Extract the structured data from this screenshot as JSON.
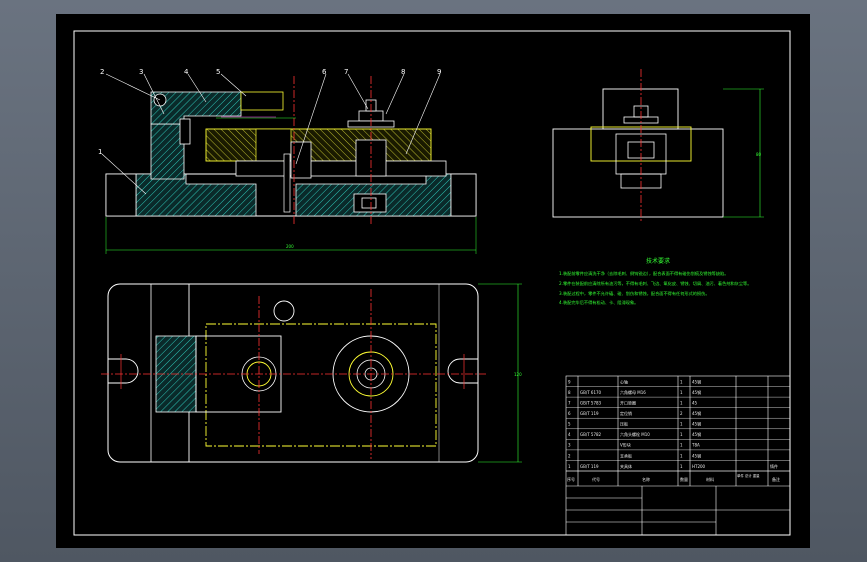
{
  "drawing": {
    "background": "#000000",
    "frame_color": "#ffffff",
    "hatch_color": "#2ec4b6",
    "yellow": "#ffff33",
    "red": "#ff3333",
    "green": "#33ff33",
    "magenta": "#ff44ff"
  },
  "balloons": [
    "2",
    "3",
    "4",
    "5",
    "1",
    "6",
    "7",
    "8",
    "9"
  ],
  "dimensions": {
    "front_width": "200",
    "side_height": "80",
    "plan_height": "120"
  },
  "technical_requirements": {
    "title": "技术要求",
    "lines": [
      "1.装配前零件应清洗干净（去除毛刺、倒钝锐边），配合表面不得有碰伤划痕及锈蚀等缺陷。",
      "2.零件在装配前应清除所有油污等，不得有毛刺、飞边、氧化皮、锈蚀、切屑、油污、着色剂和灰尘等。",
      "3.装配过程中，零件不允许磕、碰、划伤和锈蚀，配合面不得有任何形式的损伤。",
      "4.装配完毕后不得有松动、卡、阻滞现象。"
    ]
  },
  "bom": {
    "rows": [
      [
        "9",
        "",
        "心轴",
        "1",
        "45钢",
        "",
        ""
      ],
      [
        "8",
        "GB/T 6170",
        "六角螺母 M16",
        "1",
        "45钢",
        "",
        ""
      ],
      [
        "7",
        "GB/T 5783",
        "开口垫圈",
        "1",
        "45",
        "",
        ""
      ],
      [
        "6",
        "GB/T 119",
        "定位销",
        "2",
        "45钢",
        "",
        ""
      ],
      [
        "5",
        "",
        "压板",
        "1",
        "45钢",
        "",
        ""
      ],
      [
        "4",
        "GB/T 5782",
        "六角头螺栓 M10",
        "1",
        "45钢",
        "",
        ""
      ],
      [
        "3",
        "",
        "V形块",
        "1",
        "T8A",
        "",
        ""
      ],
      [
        "2",
        "",
        "支承板",
        "1",
        "45钢",
        "",
        ""
      ],
      [
        "1",
        "GB/T 119",
        "夹具体",
        "1",
        "HT200",
        "",
        "铸件"
      ]
    ],
    "header": [
      "序号",
      "代号",
      "名称",
      "数量",
      "材料",
      "单件 总计 重量",
      "备注"
    ]
  }
}
